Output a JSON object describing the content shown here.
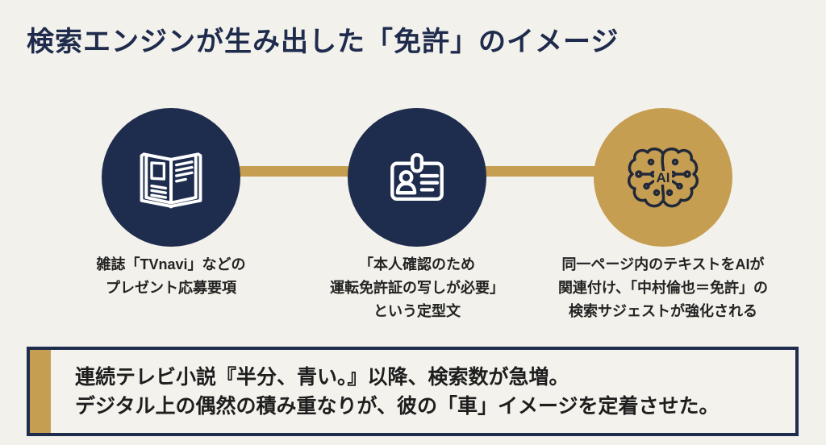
{
  "title": "検索エンジンが生み出した「免許」のイメージ",
  "colors": {
    "background": "#f3f1eb",
    "navy": "#1e2c4e",
    "gold": "#c59e52",
    "caption_text": "#232323",
    "summary_text": "#1e1e1e",
    "icon_stroke_light": "#ffffff",
    "icon_stroke_dark": "#212839"
  },
  "steps": [
    {
      "icon": "magazine-book-icon",
      "circle_color": "navy",
      "caption_lines": [
        "雑誌「TVnavi」などの",
        "プレゼント応募要項"
      ]
    },
    {
      "icon": "id-card-icon",
      "circle_color": "navy",
      "caption_lines": [
        "「本人確認のため",
        "運転免許証の写しが必要」",
        "という定型文"
      ]
    },
    {
      "icon": "ai-brain-icon",
      "circle_color": "gold",
      "ai_label": "AI",
      "caption_lines": [
        "同一ページ内のテキストをAIが",
        "関連付け、「中村倫也＝免許」の",
        "検索サジェストが強化される"
      ]
    }
  ],
  "summary": {
    "line1": "連続テレビ小説『半分、青い。』以降、検索数が急増。",
    "line2": "デジタル上の偶然の積み重なりが、彼の「車」イメージを定着させた。"
  }
}
